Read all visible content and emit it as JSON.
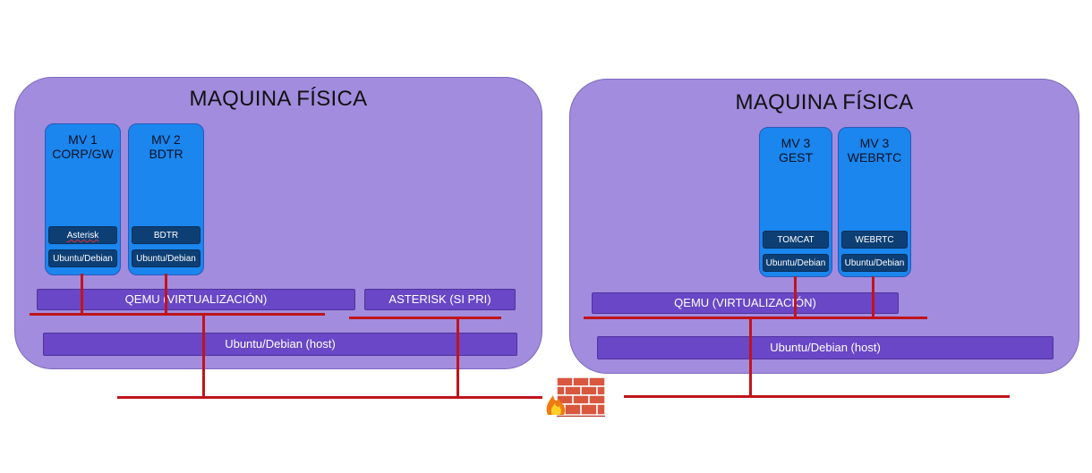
{
  "left_machine": {
    "title": "MAQUINA FÍSICA",
    "vm1": {
      "line1": "MV 1",
      "line2": "CORP/GW",
      "service": "Asterisk",
      "os": "Ubuntu/Debian"
    },
    "vm2": {
      "line1": "MV 2",
      "line2": "BDTR",
      "service": "BDTR",
      "os": "Ubuntu/Debian"
    },
    "qemu": "QEMU (VIRTUALIZACIÓN)",
    "asterisk_pri": "ASTERISK (SI PRI)",
    "host": "Ubuntu/Debian (host)"
  },
  "right_machine": {
    "title": "MAQUINA FÍSICA",
    "vm3a": {
      "line1": "MV 3",
      "line2": "GEST",
      "service": "TOMCAT",
      "os": "Ubuntu/Debian"
    },
    "vm3b": {
      "line1": "MV 3",
      "line2": "WEBRTC",
      "service": "WEBRTC",
      "os": "Ubuntu/Debian"
    },
    "qemu": "QEMU (VIRTUALIZACIÓN)",
    "host": "Ubuntu/Debian (host)"
  },
  "colors": {
    "machine_fill": "#a28cde",
    "vm_fill": "#1a86ee",
    "chip_fill": "#0d3f75",
    "bar_fill": "#6a47c6",
    "network_line": "#c0141c"
  },
  "icons": {
    "firewall": "firewall-icon"
  }
}
